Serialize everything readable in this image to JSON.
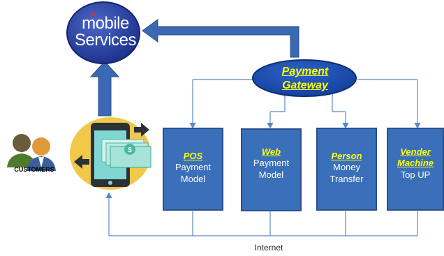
{
  "mobile_services": {
    "line1": "mobile",
    "line2": "Services"
  },
  "payment_gateway": {
    "line1": "Payment",
    "line2": "Gateway"
  },
  "customers_label": "CUSTOMERS",
  "internet_label": "Internet",
  "channels": [
    {
      "highlight": "POS",
      "line1": "Payment",
      "line2": "Model"
    },
    {
      "highlight": "Web",
      "line1": "Payment",
      "line2": "Model"
    },
    {
      "highlight": "Person",
      "line1": "Money",
      "line2": "Transfer"
    },
    {
      "highlight1": "Vender",
      "highlight2": "Machine",
      "line1": "Top UP"
    }
  ],
  "colors": {
    "box_fill": "#3a6fba",
    "box_border": "#2a4f8a",
    "arrow": "#3b68b2",
    "gold": "#f2c84b",
    "line": "#5b87c5"
  }
}
